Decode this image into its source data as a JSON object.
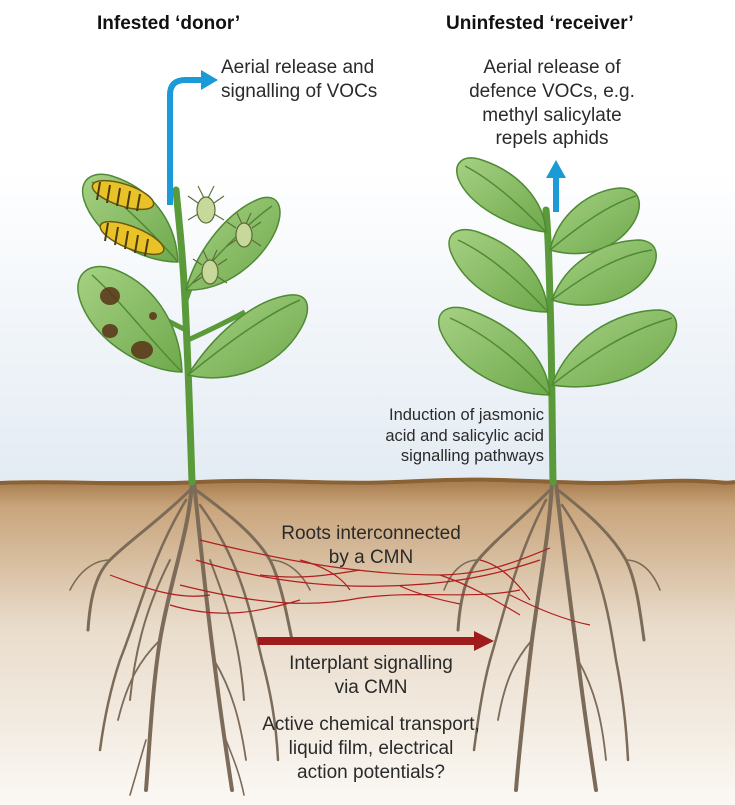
{
  "titles": {
    "donor": "Infested ‘donor’",
    "receiver": "Uninfested ‘receiver’"
  },
  "annotations": {
    "donor_aerial": [
      "Aerial release and",
      "signalling of VOCs"
    ],
    "receiver_aerial": [
      "Aerial release of",
      "defence VOCs, e.g.",
      "methyl salicylate",
      "repels aphids"
    ],
    "induction": [
      "Induction of jasmonic",
      "acid and salicylic acid",
      "signalling pathways"
    ],
    "roots_cmn": [
      "Roots interconnected",
      "by a CMN"
    ],
    "interplant": [
      "Interplant signalling",
      "via CMN"
    ],
    "mechanisms": [
      "Active chemical transport,",
      "liquid film, electrical",
      "action potentials?"
    ]
  },
  "colors": {
    "sky_top": "#ffffff",
    "sky_bottom": "#e6edf4",
    "soil_top": "#b88d5c",
    "soil_bottom": "#f3ece4",
    "leaf": "#8cc06a",
    "leaf_dark": "#4f8a34",
    "stem": "#5c9a3c",
    "root": "#7a6a58",
    "cmn": "#b01e1e",
    "arrow_blue": "#1a9ad6",
    "arrow_red": "#a01c1c",
    "caterpillar": "#e8c227",
    "disease": "#5a3418"
  },
  "icons": [
    "caterpillar-icon",
    "aphid-icon"
  ]
}
